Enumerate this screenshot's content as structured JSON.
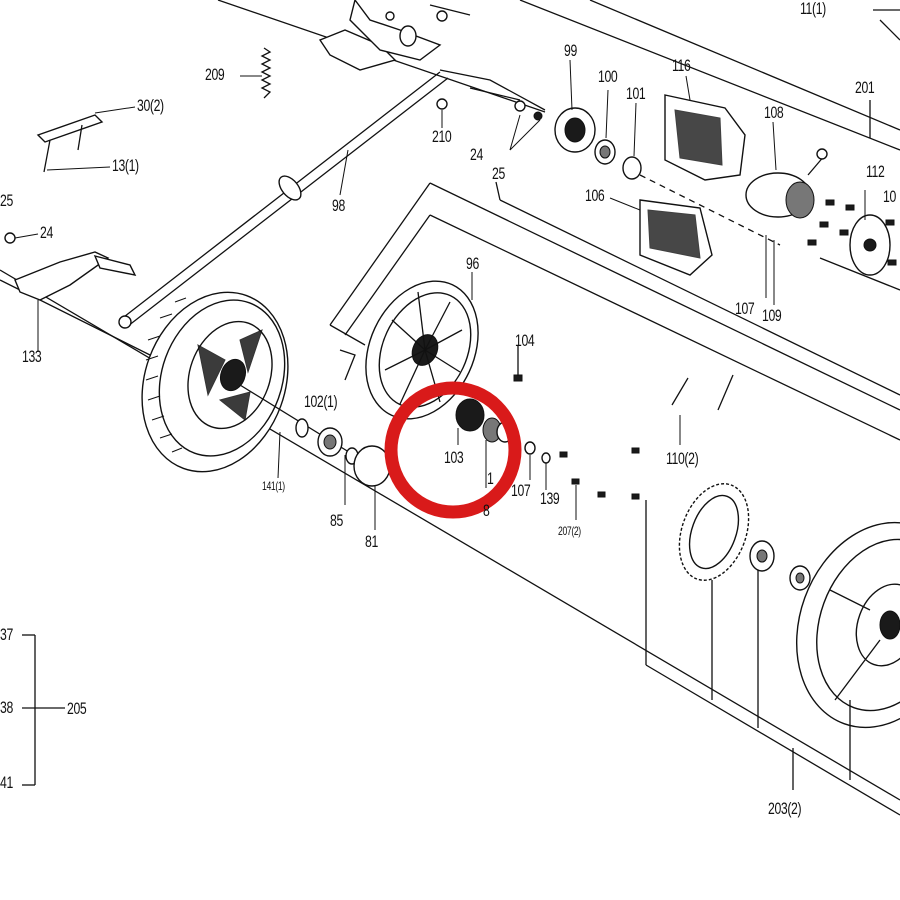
{
  "highlight": {
    "color": "#d91a1a"
  },
  "callouts": {
    "c_11_1": "11(1)",
    "c_209": "209",
    "c_30_2": "30(2)",
    "c_13_1": "13(1)",
    "c_25_left": "25",
    "c_24_left": "24",
    "c_133": "133",
    "c_98": "98",
    "c_210": "210",
    "c_24_mid": "24",
    "c_25_mid": "25",
    "c_99": "99",
    "c_100": "100",
    "c_101": "101",
    "c_116": "116",
    "c_108": "108",
    "c_201": "201",
    "c_112": "112",
    "c_10_edge": "10",
    "c_106": "106",
    "c_107_top": "107",
    "c_109": "109",
    "c_96": "96",
    "c_104": "104",
    "c_102_1": "102(1)",
    "c_141_1": "141(1)",
    "c_85": "85",
    "c_81": "81",
    "c_103": "103",
    "c_1_partial": "1",
    "c_8_partial": "8",
    "c_107_bottom": "107",
    "c_139": "139",
    "c_207_2": "207(2)",
    "c_110_2": "110(2)",
    "c_37": "37",
    "c_38": "38",
    "c_205": "205",
    "c_41": "41",
    "c_203_2": "203(2)"
  }
}
